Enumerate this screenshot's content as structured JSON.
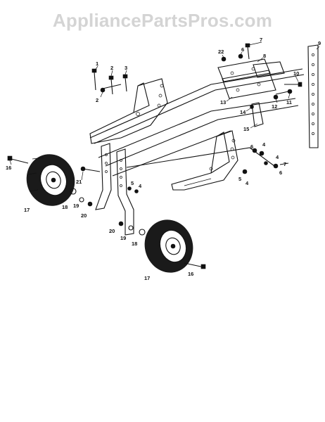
{
  "watermark": "AppliancePartsPros.com",
  "callouts": [
    {
      "id": "c1",
      "text": "1"
    },
    {
      "id": "c2a",
      "text": "2"
    },
    {
      "id": "c3",
      "text": "3"
    },
    {
      "id": "c2b",
      "text": "2"
    },
    {
      "id": "c22",
      "text": "22"
    },
    {
      "id": "c6a",
      "text": "6"
    },
    {
      "id": "c7a",
      "text": "7"
    },
    {
      "id": "c8",
      "text": "8"
    },
    {
      "id": "c9",
      "text": "9"
    },
    {
      "id": "c10",
      "text": "10"
    },
    {
      "id": "c13",
      "text": "13"
    },
    {
      "id": "c12",
      "text": "12"
    },
    {
      "id": "c11",
      "text": "11"
    },
    {
      "id": "c14",
      "text": "14"
    },
    {
      "id": "c15",
      "text": "15"
    },
    {
      "id": "c4a",
      "text": "4"
    },
    {
      "id": "c6b",
      "text": "6"
    },
    {
      "id": "c4b",
      "text": "4"
    },
    {
      "id": "c7b",
      "text": "7"
    },
    {
      "id": "c6c",
      "text": "6"
    },
    {
      "id": "c5a",
      "text": "5"
    },
    {
      "id": "c4c",
      "text": "4"
    },
    {
      "id": "c16a",
      "text": "16"
    },
    {
      "id": "c21",
      "text": "21"
    },
    {
      "id": "c5b",
      "text": "5"
    },
    {
      "id": "c4d",
      "text": "4"
    },
    {
      "id": "c17a",
      "text": "17"
    },
    {
      "id": "c18a",
      "text": "18"
    },
    {
      "id": "c19a",
      "text": "19"
    },
    {
      "id": "c20a",
      "text": "20"
    },
    {
      "id": "c20b",
      "text": "20"
    },
    {
      "id": "c19b",
      "text": "19"
    },
    {
      "id": "c18b",
      "text": "18"
    },
    {
      "id": "c17b",
      "text": "17"
    },
    {
      "id": "c16b",
      "text": "16"
    }
  ]
}
